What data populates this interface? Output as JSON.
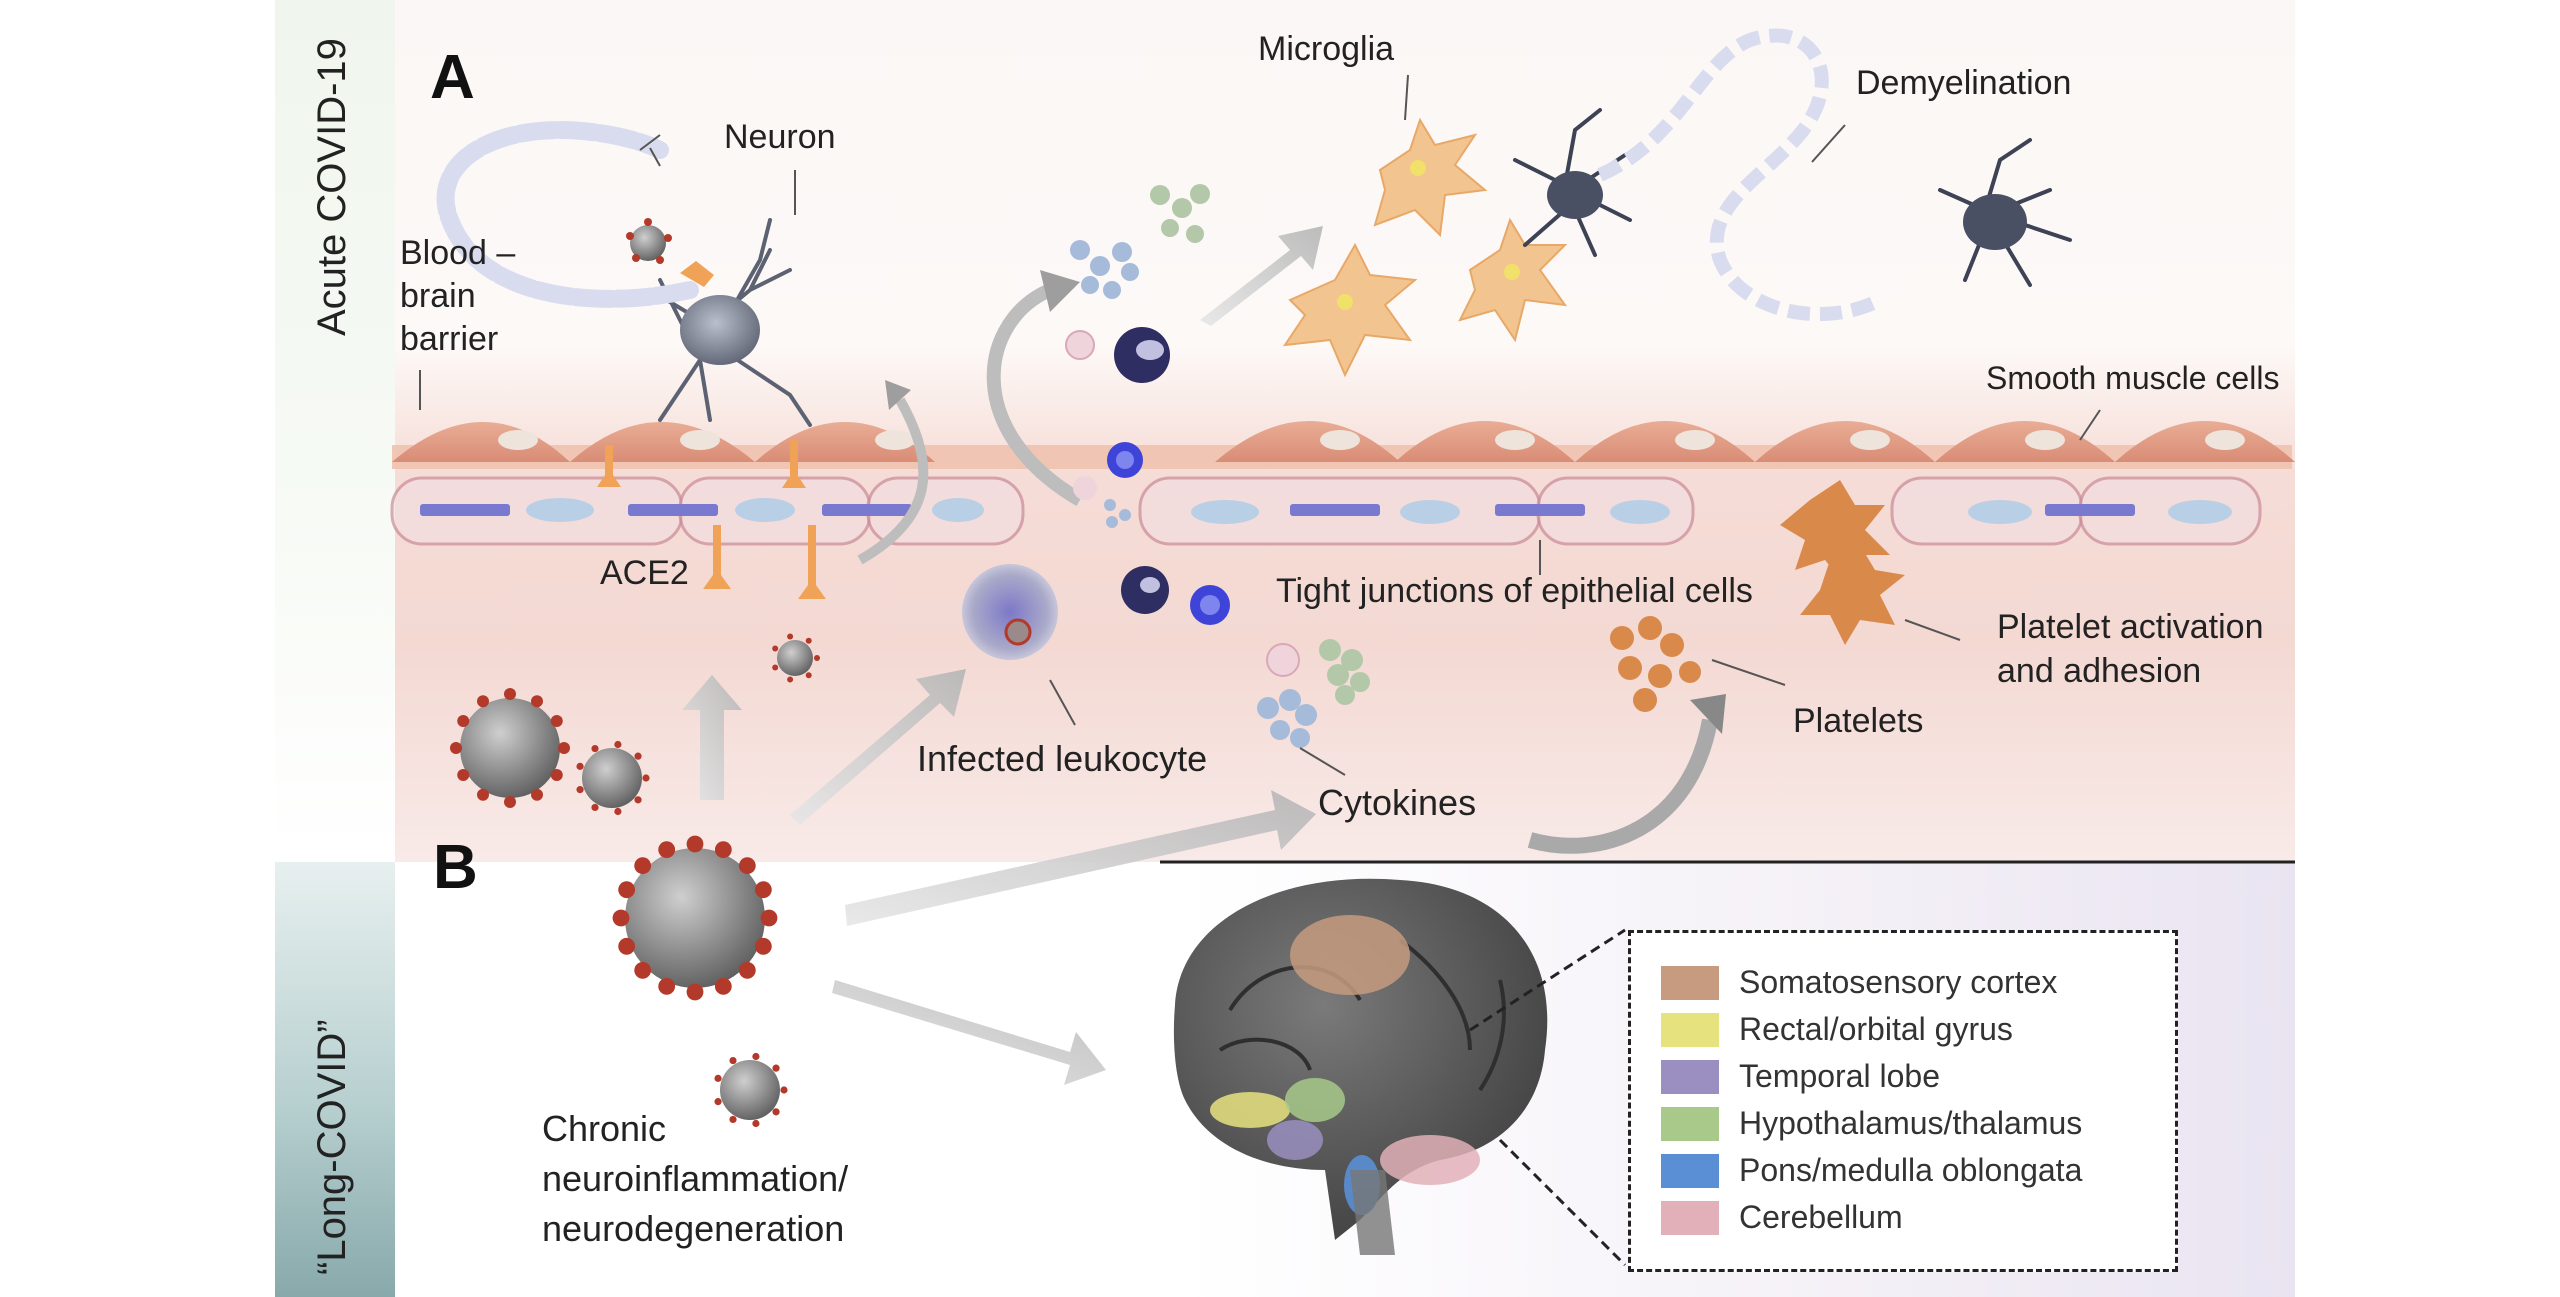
{
  "panels": {
    "a_letter": "A",
    "b_letter": "B",
    "acute_side": "Acute COVID-19",
    "long_side": "“Long-COVID”"
  },
  "labels": {
    "neuron": "Neuron",
    "bbb_1": "Blood –",
    "bbb_2": "brain",
    "bbb_3": "barrier",
    "ace2": "ACE2",
    "microglia": "Microglia",
    "demyelination": "Demyelination",
    "smooth_muscle": "Smooth muscle cells",
    "tight_junctions": "Tight junctions of epithelial cells",
    "platelet_act_1": "Platelet activation",
    "platelet_act_2": "and adhesion",
    "platelets": "Platelets",
    "infected_leukocyte": "Infected leukocyte",
    "cytokines": "Cytokines",
    "chronic_1": "Chronic",
    "chronic_2": "neuroinflammation/",
    "chronic_3": "neurodegeneration"
  },
  "legend": [
    {
      "label": "Somatosensory cortex",
      "color": "#c79b7f"
    },
    {
      "label": "Rectal/orbital gyrus",
      "color": "#e6e27e"
    },
    {
      "label": "Temporal lobe",
      "color": "#9a8fc0"
    },
    {
      "label": "Hypothalamus/thalamus",
      "color": "#a8c98a"
    },
    {
      "label": "Pons/medulla oblongata",
      "color": "#5a8fd6"
    },
    {
      "label": "Cerebellum",
      "color": "#e2b0b8"
    }
  ],
  "colors": {
    "virus_red": "#b33a2a",
    "virus_gray": "#8a8a8a",
    "smooth_muscle": "#e4a089",
    "endothelium_border": "#c98a98",
    "microglia": "#f2c48f",
    "platelet": "#d98a4a",
    "brain": "#555555"
  }
}
